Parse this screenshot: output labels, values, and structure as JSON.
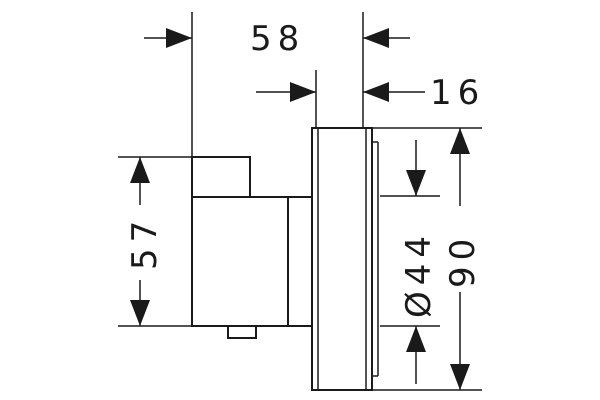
{
  "dimensions": {
    "width_total": "58",
    "plate_depth": "16",
    "body_height": "57",
    "diameter": "Ø44",
    "plate_height": "90"
  },
  "colors": {
    "line": "#1a1a1a",
    "background": "#ffffff"
  }
}
